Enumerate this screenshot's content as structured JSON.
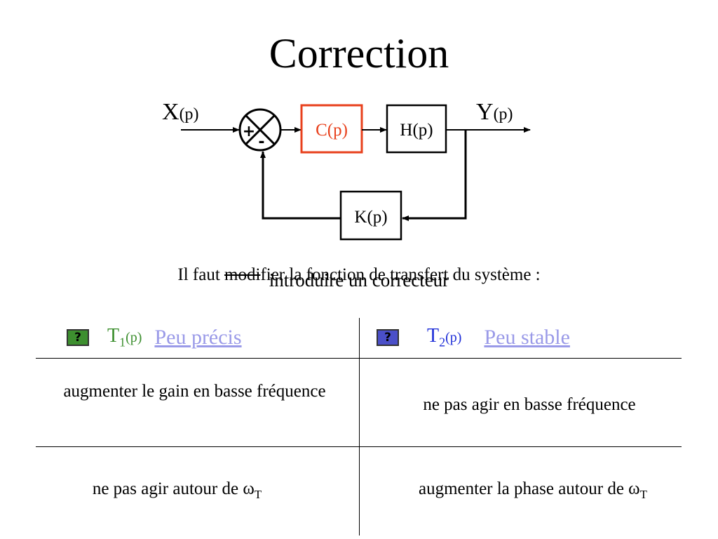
{
  "title": "Correction",
  "diagram": {
    "input_letter": "X",
    "input_arg": "(p)",
    "output_letter": "Y",
    "output_arg": "(p)",
    "sum_plus": "+",
    "sum_minus": "-",
    "corrector": "C(p)",
    "plant": "H(p)",
    "feedback": "K(p)",
    "corrector_color": "#e8401c"
  },
  "sentence": {
    "prefix": "Il faut ",
    "struck": "modi",
    "suffix": "fier la fonction de transfert du système :",
    "overlay": "introduire un correcteur"
  },
  "table": {
    "left_header": {
      "help_icon": "question-mark-icon",
      "help_color": "#3d8f2f",
      "tf_letter": "T",
      "tf_sub": "1",
      "tf_arg": "(p)",
      "tf_color": "#3d8f2f",
      "link": "Peu précis"
    },
    "right_header": {
      "help_icon": "question-mark-icon",
      "help_color": "#4a4fc8",
      "tf_letter": "T",
      "tf_sub": "2",
      "tf_arg": "(p)",
      "tf_color": "#1f2fd8",
      "link": "Peu stable"
    },
    "rows": [
      {
        "left": "augmenter le gain en basse fréquence",
        "right": "ne pas agir en basse fréquence"
      },
      {
        "left_text": "ne pas agir autour de ω",
        "left_sub": "T",
        "right_text": "augmenter la phase autour de ω",
        "right_sub": "T"
      }
    ]
  }
}
